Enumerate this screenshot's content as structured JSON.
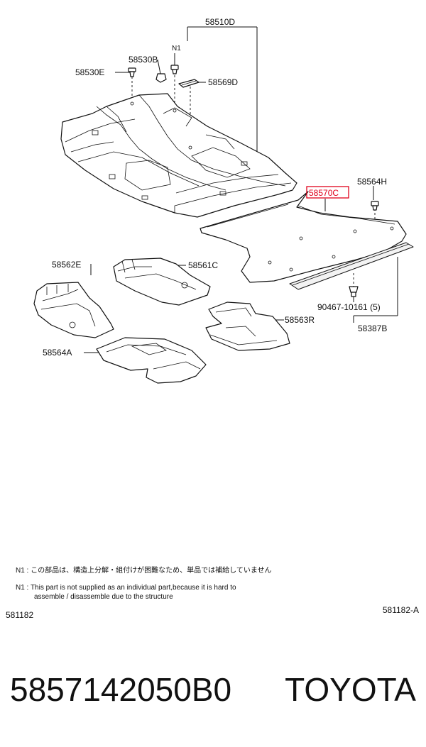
{
  "callouts": {
    "c58510D": "58510D",
    "n1": "N1",
    "c58530B": "58530B",
    "c58530E": "58530E",
    "c58569D": "58569D",
    "c58570C": "58570C",
    "c58564H": "58564H",
    "c58562E": "58562E",
    "c58561C": "58561C",
    "c58563R": "58563R",
    "c58564A": "58564A",
    "c90467": "90467-10161 (5)",
    "c58387B": "58387B"
  },
  "highlight_color": "#e0001b",
  "notes": {
    "jp": "N1 : この部品は、構造上分解・組付けが困難なため、単品では補給していません",
    "en_line1": "N1 : This part is not supplied as an individual part,because it is hard to",
    "en_line2": "assemble / disassemble due to the structure"
  },
  "figure_codes": {
    "left": "581182",
    "right": "581182-A"
  },
  "footer": {
    "part_number": "5857142050B0",
    "brand": "TOYOTA"
  }
}
